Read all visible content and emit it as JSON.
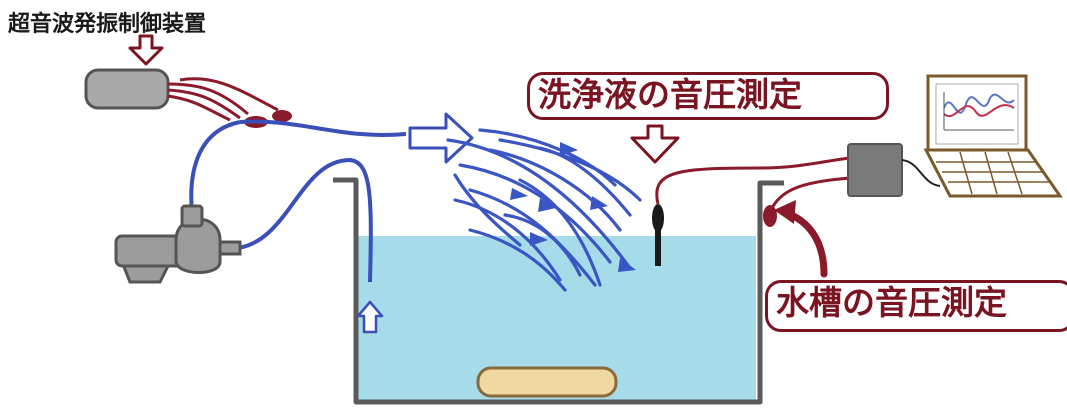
{
  "labels": {
    "controller": "超音波発振制御装置",
    "liquid_measure": "洗浄液の音圧測定",
    "tank_measure": "水槽の音圧測定"
  },
  "colors": {
    "cable": "#8b1a2b",
    "pipe": "#3a4fb8",
    "water": "#a6dcea",
    "tank_wall": "#5a5a5a",
    "device_gray": "#9c9c9c",
    "pad": "#f0d9a0",
    "label_border": "#7a1420",
    "chart_blue": "#5a78c8",
    "chart_red": "#c0304a"
  },
  "icons": [
    "down-arrow-icon",
    "right-arrow-icon",
    "up-arrow-icon",
    "laptop-icon",
    "pump-icon",
    "probe-icon",
    "sensor-box-icon"
  ]
}
